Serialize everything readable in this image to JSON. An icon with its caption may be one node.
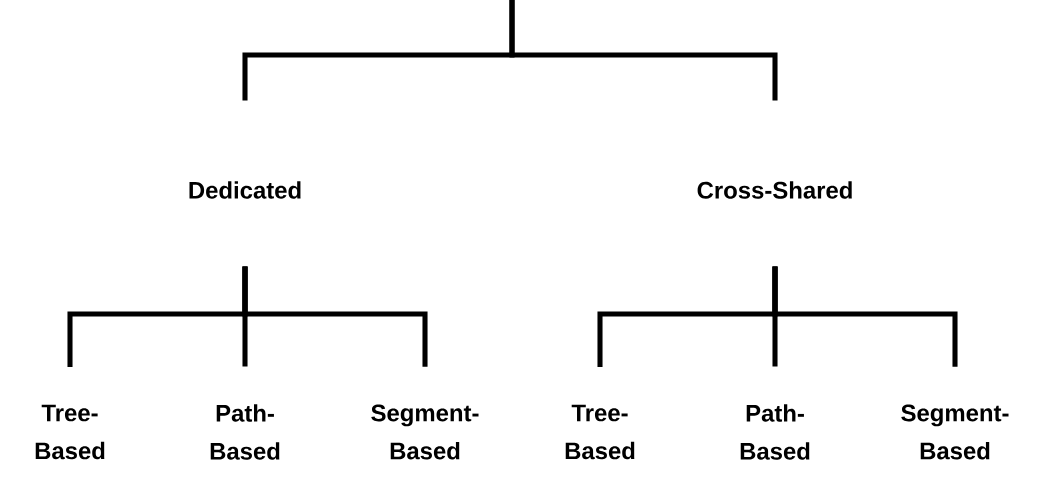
{
  "diagram": {
    "nodes": [
      {
        "text": [
          "Dedicated"
        ]
      },
      {
        "text": [
          "Cross-Shared"
        ]
      },
      {
        "text": [
          "Tree- Based"
        ]
      },
      {
        "text": [
          "Path- Based"
        ]
      },
      {
        "text": [
          "Segment- Based"
        ]
      },
      {
        "text": [
          "Tree- Based"
        ]
      },
      {
        "text": [
          "Path- Based"
        ]
      },
      {
        "text": [
          "Segment- Based"
        ]
      }
    ],
    "edges": [
      {
        "from": null,
        "to": 0,
        "arrow": "none"
      },
      {
        "from": null,
        "to": 1,
        "arrow": "none"
      },
      {
        "from": 0,
        "to": 2,
        "arrow": "none"
      },
      {
        "from": 0,
        "to": 3,
        "arrow": "none"
      },
      {
        "from": 0,
        "to": 4,
        "arrow": "none"
      },
      {
        "from": 1,
        "to": 5,
        "arrow": "none"
      },
      {
        "from": 1,
        "to": 6,
        "arrow": "none"
      },
      {
        "from": 1,
        "to": 7,
        "arrow": "none"
      }
    ]
  }
}
